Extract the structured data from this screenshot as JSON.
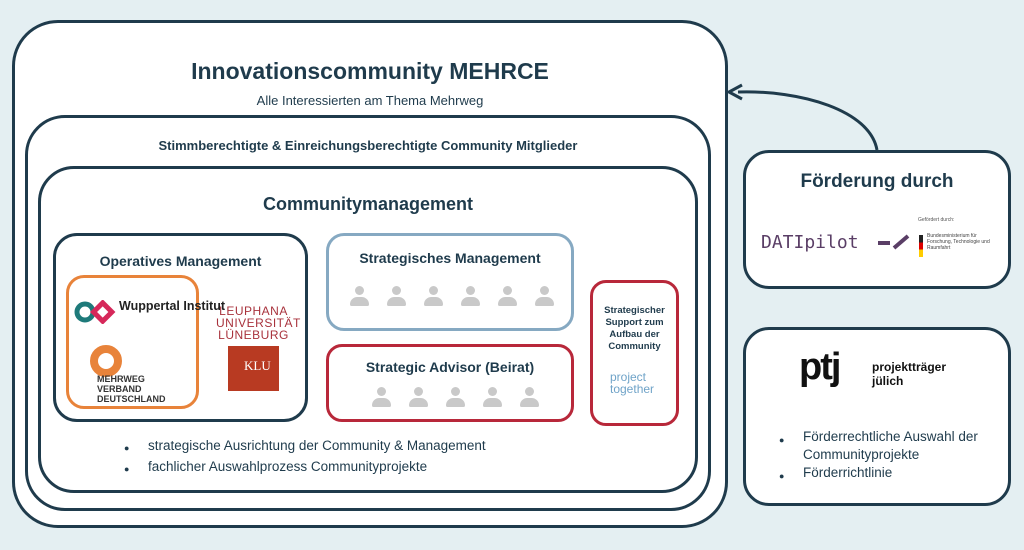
{
  "community": {
    "title": "Innovationscommunity MEHRCE",
    "subtitle": "Alle Interessierten am Thema Mehrweg"
  },
  "members": {
    "title": "Stimmberechtigte & Einreichungsberechtigte Community Mitglieder"
  },
  "management": {
    "title": "Communitymanagement",
    "operative": {
      "title": "Operatives Management",
      "logos": [
        "Wuppertal Institut",
        "MEHRWEG VERBAND DEUTSCHLAND",
        "LEUPHANA UNIVERSITÄT LÜNEBURG",
        "KLU"
      ]
    },
    "strategic": {
      "title": "Strategisches Management",
      "persons": 6
    },
    "advisor": {
      "title": "Strategic Advisor (Beirat)",
      "persons": 5
    },
    "support": {
      "title": "Strategischer Support zum Aufbau der Community",
      "logo_line1": "project",
      "logo_line2": "together"
    },
    "bullets": [
      "strategische Ausrichtung der Community & Management",
      "fachlicher Auswahlprozess Communityprojekte"
    ]
  },
  "funding": {
    "title": "Förderung durch",
    "datipilot": "DATIpilot",
    "bmbf_label": "Gefördert durch:",
    "bmbf": "Bundesministerium für Forschung, Technologie und Raumfahrt"
  },
  "ptj": {
    "logo": "ptj",
    "name_line1": "projektträger",
    "name_line2": "jülich",
    "bullets": [
      "Förderrechtliche Auswahl der Communityprojekte",
      "Förderrichtlinie"
    ]
  },
  "colors": {
    "navy": "#1f3b4c",
    "orange": "#e8833a",
    "red": "#b8283a",
    "lightblue": "#86a9c2"
  }
}
